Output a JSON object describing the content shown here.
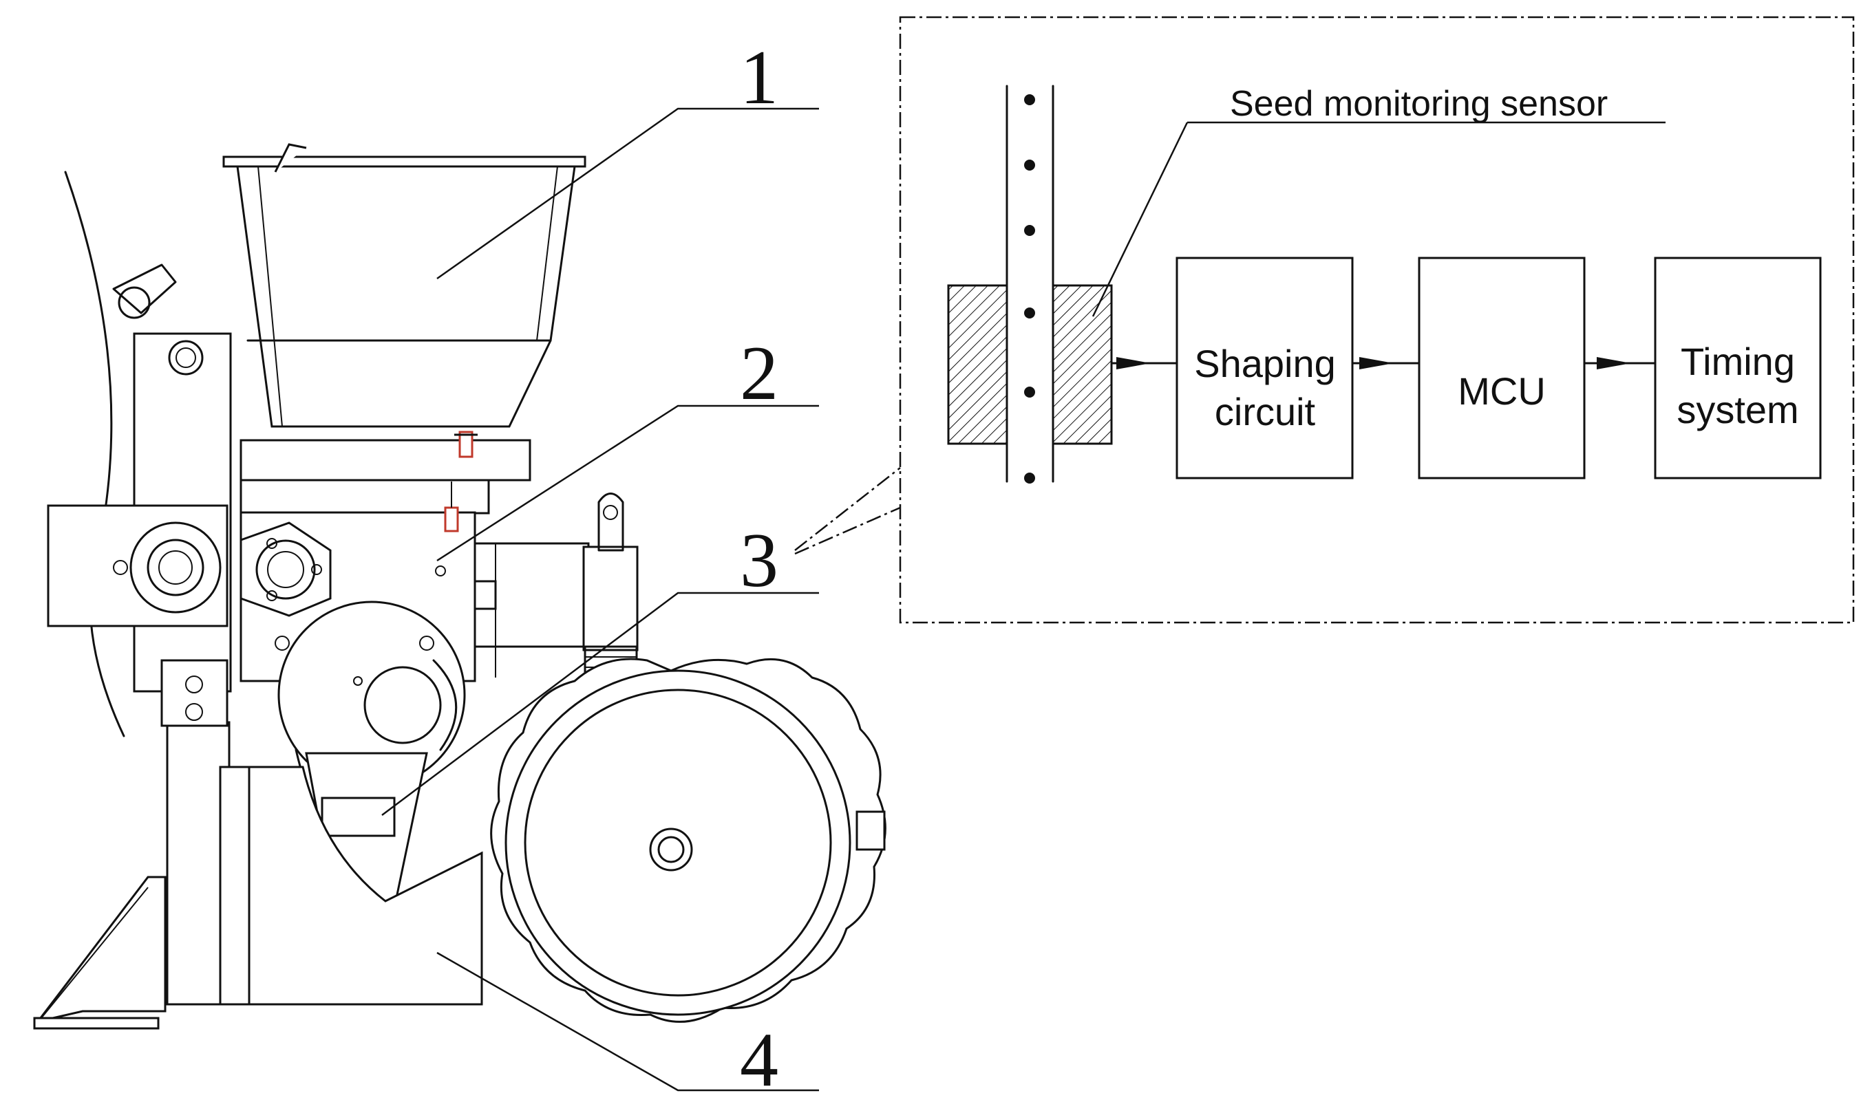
{
  "parts": {
    "p1": "1",
    "p2": "2",
    "p3": "3",
    "p4": "4"
  },
  "block_diagram": {
    "sensor_label": "Seed monitoring sensor",
    "shaping_line1": "Shaping",
    "shaping_line2": "circuit",
    "mcu": "MCU",
    "timing_line1": "Timing",
    "timing_line2": "system"
  },
  "colors": {
    "line": "#111111",
    "screw_accent": "#c0392b",
    "background": "#ffffff"
  }
}
